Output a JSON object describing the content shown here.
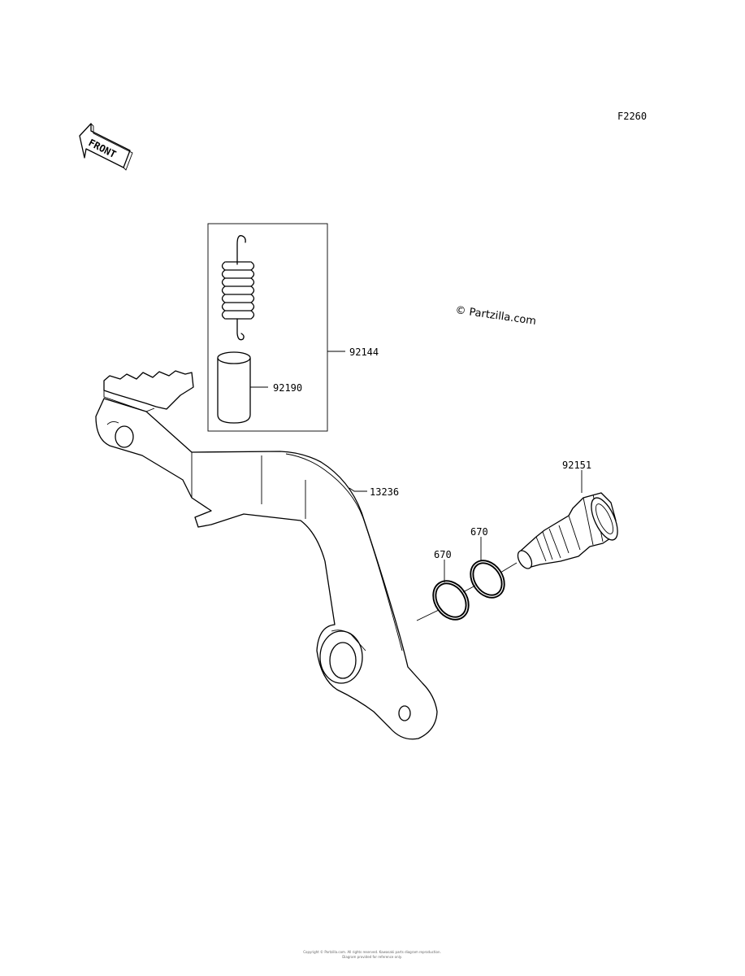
{
  "diagram": {
    "code": "F2260",
    "front_label": "FRONT",
    "watermark": "© Partzilla.com",
    "parts": {
      "spring_kit": "92144",
      "collar": "92190",
      "brake_pedal": "13236",
      "shaft": "92151",
      "o_ring_left": "670",
      "o_ring_right": "670"
    },
    "footer_line1": "Copyright © Partzilla.com. All rights reserved. Kawasaki parts diagram reproduction.",
    "footer_line2": "Diagram provided for reference only."
  }
}
